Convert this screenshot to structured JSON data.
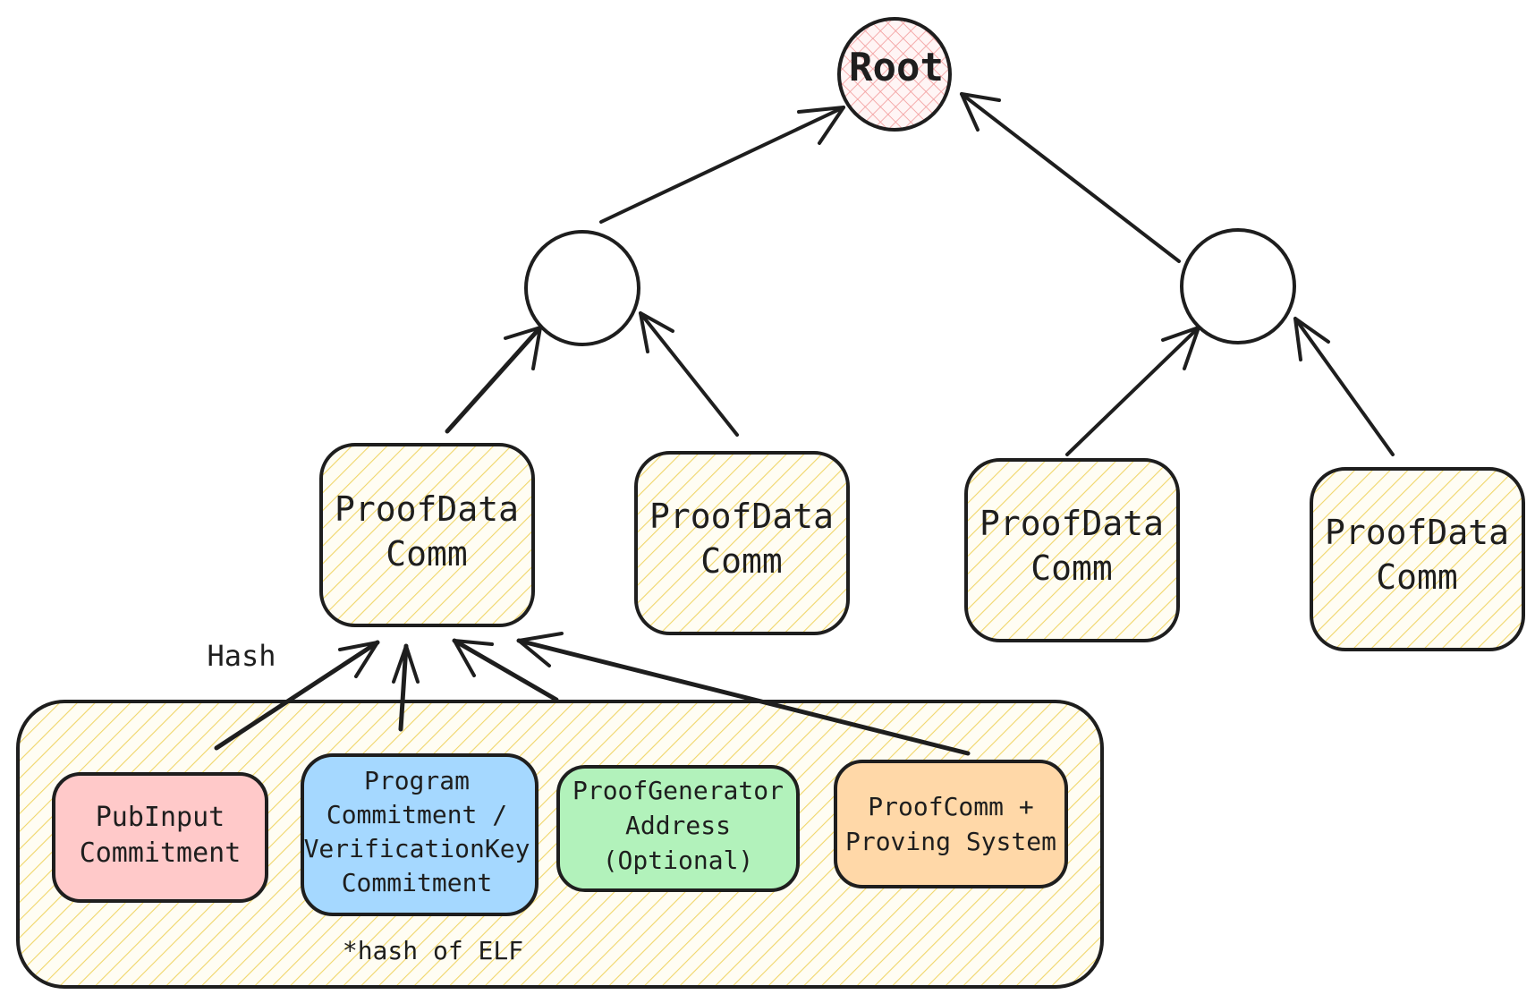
{
  "colors": {
    "stroke": "#1e1e1e",
    "root_fill": "#ffc9c9",
    "proofdata_fill": "#fff3bf",
    "hatch": "#f0d66a",
    "pubinput_fill": "#ffc9c9",
    "program_fill": "#a5d8ff",
    "generator_fill": "#b2f2bb",
    "proofcomm_fill": "#ffd8a8"
  },
  "root": {
    "label": "Root",
    "icon": "hatched-circle"
  },
  "leaves": [
    {
      "line1": "ProofData",
      "line2": "Comm"
    },
    {
      "line1": "ProofData",
      "line2": "Comm"
    },
    {
      "line1": "ProofData",
      "line2": "Comm"
    },
    {
      "line1": "ProofData",
      "line2": "Comm"
    }
  ],
  "hash_label": "Hash",
  "components": {
    "pubinput": {
      "lines": [
        "PubInput",
        "Commitment"
      ]
    },
    "program": {
      "lines": [
        "Program",
        "Commitment /",
        "VerificationKey",
        "Commitment"
      ]
    },
    "generator": {
      "lines": [
        "ProofGenerator",
        "Address",
        "(Optional)"
      ]
    },
    "proofcomm": {
      "lines": [
        "ProofComm +",
        "Proving System"
      ]
    }
  },
  "elf_note": "*hash of ELF"
}
